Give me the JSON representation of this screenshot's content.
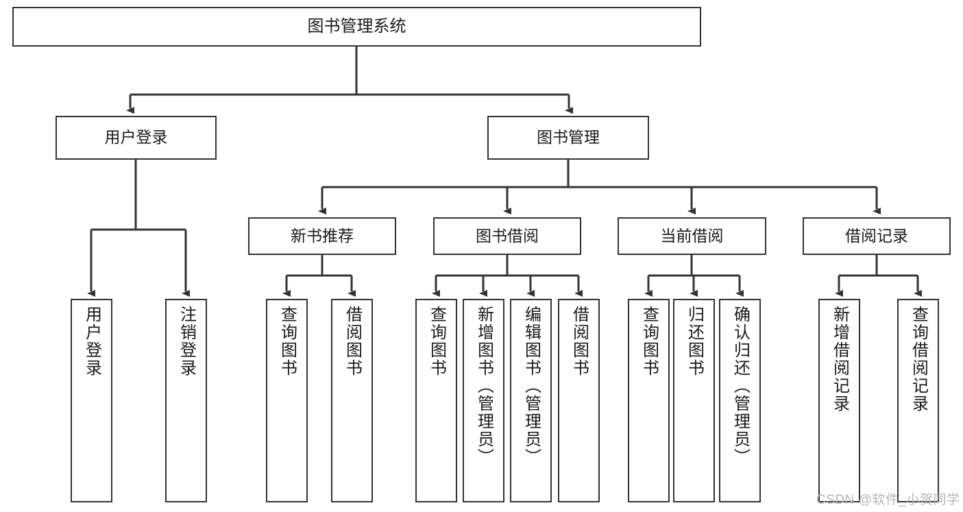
{
  "diagram": {
    "title": "图书管理系统",
    "type": "tree-hierarchy-diagram",
    "root": {
      "id": "root",
      "label": "图书管理系统"
    },
    "level1": [
      {
        "id": "user-login",
        "label": "用户登录"
      },
      {
        "id": "book-manage",
        "label": "图书管理"
      }
    ],
    "level2": [
      {
        "id": "new-book-rec",
        "label": "新书推荐"
      },
      {
        "id": "book-borrow",
        "label": "图书借阅"
      },
      {
        "id": "current-borrow",
        "label": "当前借阅"
      },
      {
        "id": "borrow-record",
        "label": "借阅记录"
      }
    ],
    "leaves": [
      {
        "id": "leaf-user-login",
        "label": "用户登录",
        "parent": "user-login"
      },
      {
        "id": "leaf-logout-login",
        "label": "注销登录",
        "parent": "user-login"
      },
      {
        "id": "leaf-query-book-1",
        "label": "查询图书",
        "parent": "new-book-rec"
      },
      {
        "id": "leaf-borrow-book-1",
        "label": "借阅图书",
        "parent": "new-book-rec"
      },
      {
        "id": "leaf-query-book-2",
        "label": "查询图书",
        "parent": "book-borrow"
      },
      {
        "id": "leaf-add-book",
        "label": "新增图书（管理员）",
        "parent": "book-borrow"
      },
      {
        "id": "leaf-edit-book",
        "label": "编辑图书（管理员）",
        "parent": "book-borrow"
      },
      {
        "id": "leaf-borrow-book-2",
        "label": "借阅图书",
        "parent": "book-borrow"
      },
      {
        "id": "leaf-query-book-3",
        "label": "查询图书",
        "parent": "current-borrow"
      },
      {
        "id": "leaf-return-book",
        "label": "归还图书",
        "parent": "current-borrow"
      },
      {
        "id": "leaf-confirm-return",
        "label": "确认归还（管理员）",
        "parent": "current-borrow"
      },
      {
        "id": "leaf-add-record",
        "label": "新增借阅记录",
        "parent": "borrow-record"
      },
      {
        "id": "leaf-query-record",
        "label": "查询借阅记录",
        "parent": "borrow-record"
      }
    ],
    "watermark": "CSDN @软件_小贺同学",
    "colors": {
      "stroke": "#333333",
      "fill": "#ffffff",
      "text": "#1a1a1a",
      "watermark": "#b5b5b5"
    }
  }
}
